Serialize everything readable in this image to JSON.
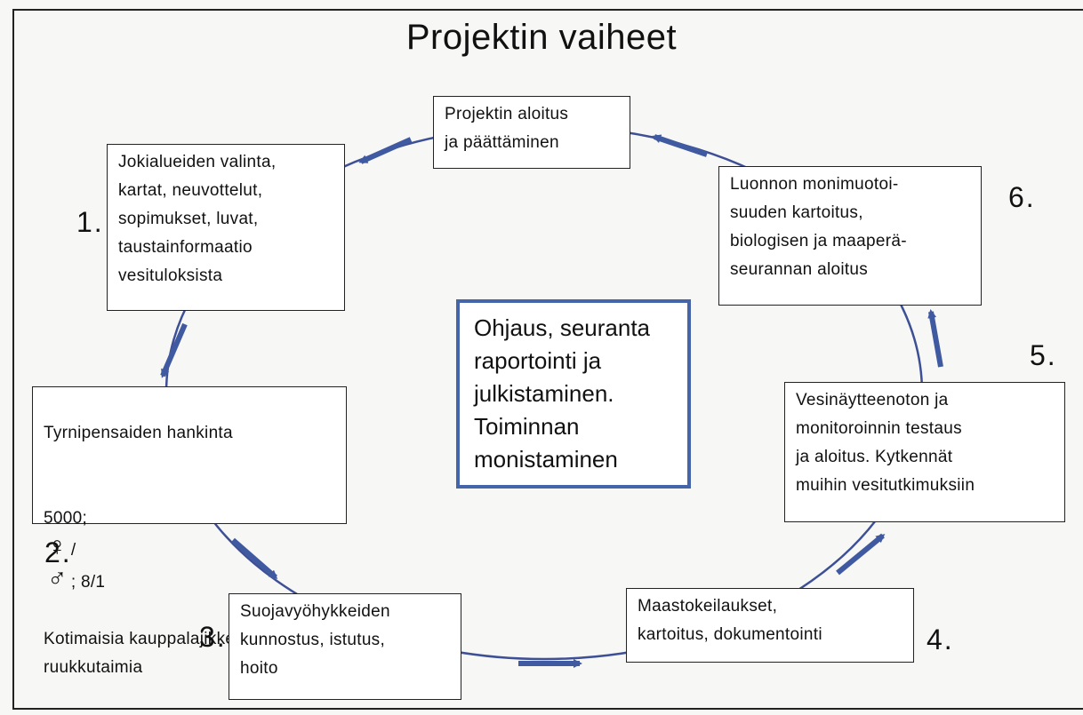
{
  "title": "Projektin vaiheet",
  "boxes": {
    "start": "Projektin aloitus\nja päättäminen",
    "step1": "Jokialueiden valinta,\nkartat, neuvottelut,\nsopimukset, luvat,\ntaustainformaatio\nvesituloksista",
    "step2_line1": "Tyrnipensaiden hankinta",
    "step2_count": "5000;",
    "step2_female": "♀",
    "step2_slash": "/",
    "step2_male": "♂",
    "step2_ratio": "; 8/1",
    "step2_rest": "Kotimaisia kauppalajikkeita,\nruukkutaimia",
    "step3": "Suojavyöhykkeiden\nkunnostus, istutus,\nhoito",
    "step4": "Maastokeilaukset,\nkartoitus, dokumentointi",
    "step5": "Vesinäytteenoton ja\nmonitoroinnin testaus\nja aloitus. Kytkennät\nmuihin vesitutkimuksiin",
    "step6": "Luonnon monimuotoi-\nsuuden kartoitus,\nbiologisen ja maaperä-\nseurannan aloitus",
    "center": "Ohjaus, seuranta\nraportointi ja\njulkistaminen.\nToiminnan\nmonistaminen"
  },
  "numbers": {
    "n1": "1.",
    "n2": "2.",
    "n3": "3.",
    "n4": "4.",
    "n5": "5.",
    "n6": "6."
  },
  "colors": {
    "circle": "#3d4f95",
    "arrow": "#3f5aa0",
    "center_border": "#4665a8"
  }
}
